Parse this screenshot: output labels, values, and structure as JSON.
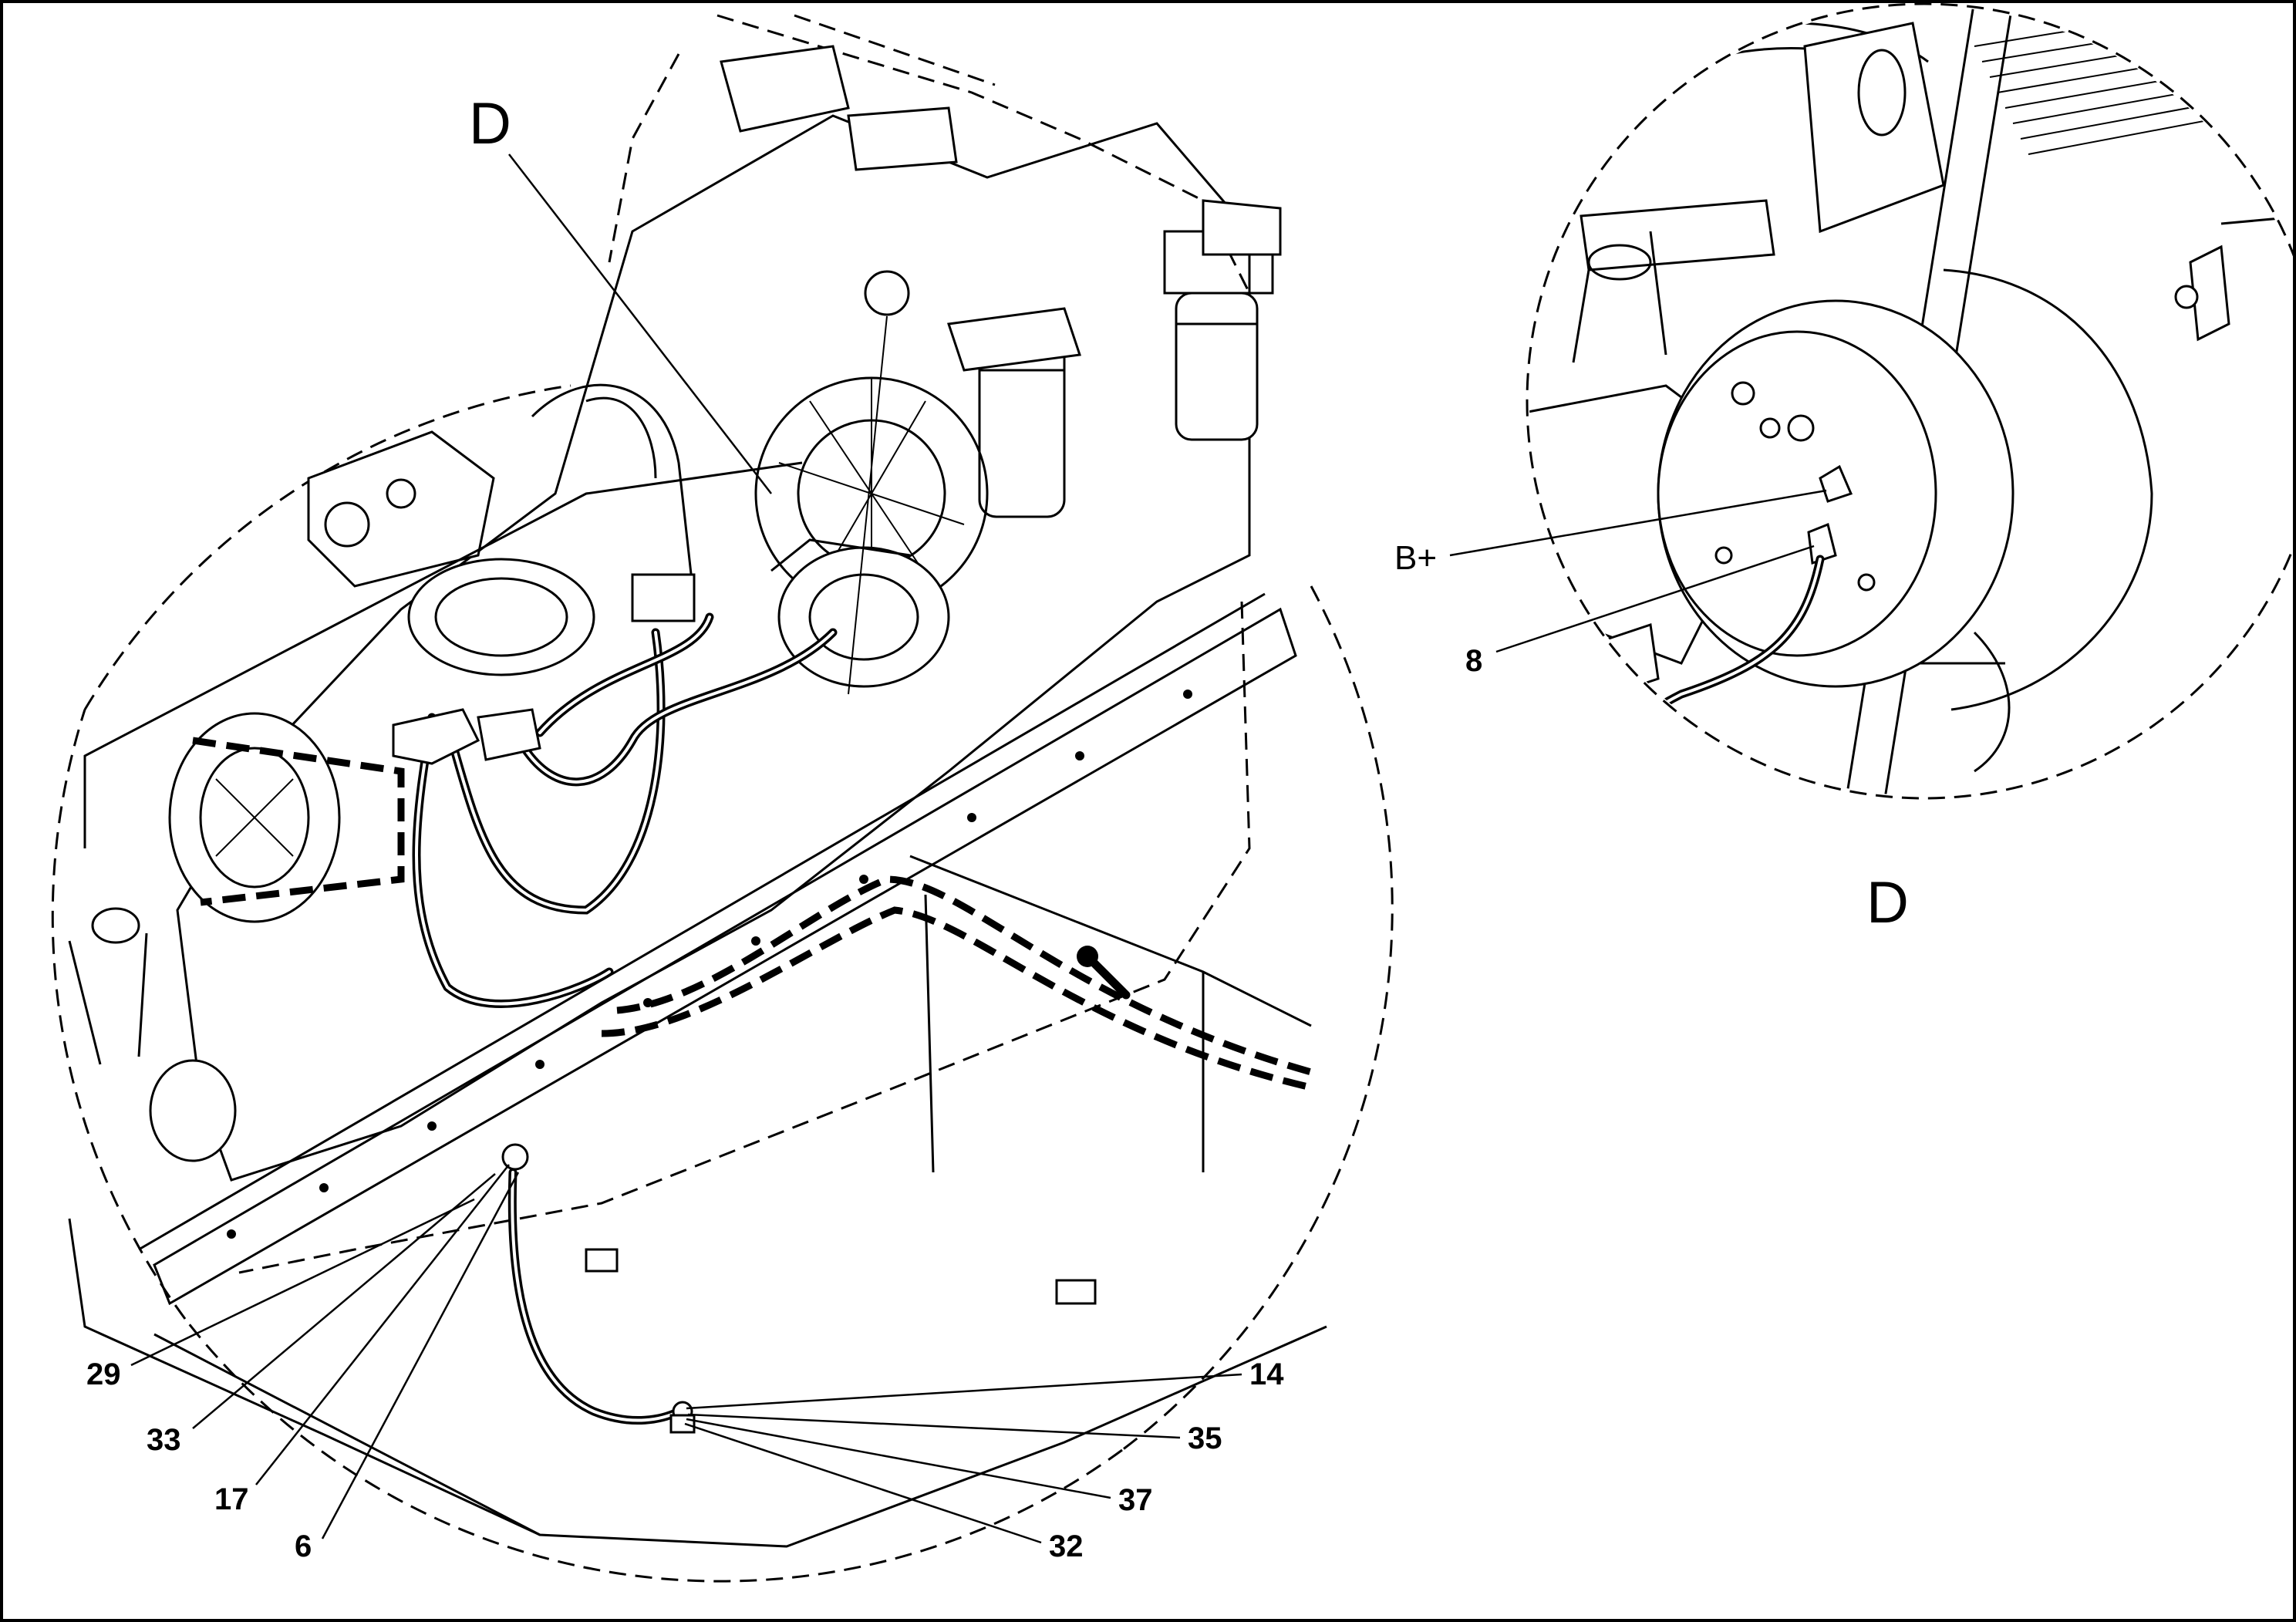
{
  "view_labels": {
    "main_view_letter": "D",
    "detail_view_letter": "D"
  },
  "callouts": {
    "b_plus": "B+",
    "n8": "8",
    "n29": "29",
    "n33": "33",
    "n17": "17",
    "n6": "6",
    "n14": "14",
    "n35": "35",
    "n37": "37",
    "n32": "32"
  }
}
